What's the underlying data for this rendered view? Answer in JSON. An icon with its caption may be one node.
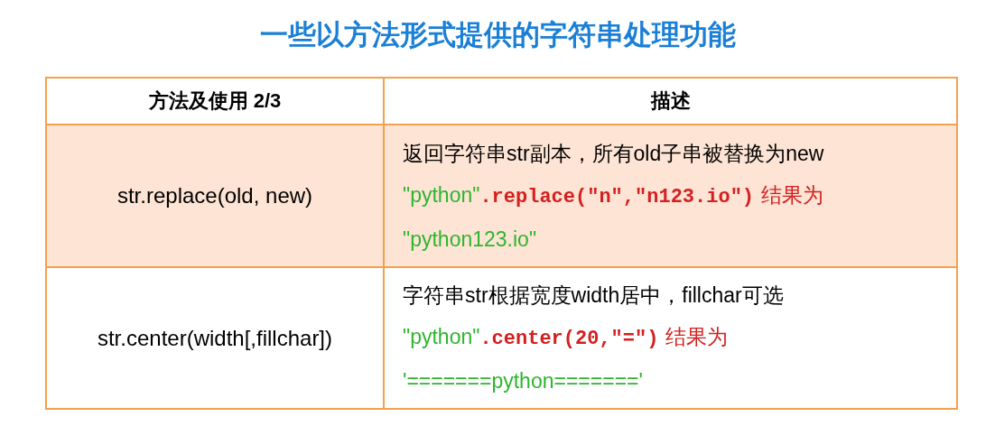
{
  "diagram": {
    "title": "一些以方法形式提供的字符串处理功能",
    "labels": [
      "方法及使用 2/3",
      "描述",
      "str.replace(old, new)",
      "返回字符串str副本，所有old子串被替换为new",
      "\"python\"",
      ".replace(\"n\",\"n123.io\")",
      "结果为",
      "\"python123.io\"",
      "str.center(width[,fillchar])",
      "字符串str根据宽度width居中，fillchar可选",
      "\"python\"",
      ".center(20,\"=\")",
      "结果为",
      "'=======python======='"
    ]
  }
}
